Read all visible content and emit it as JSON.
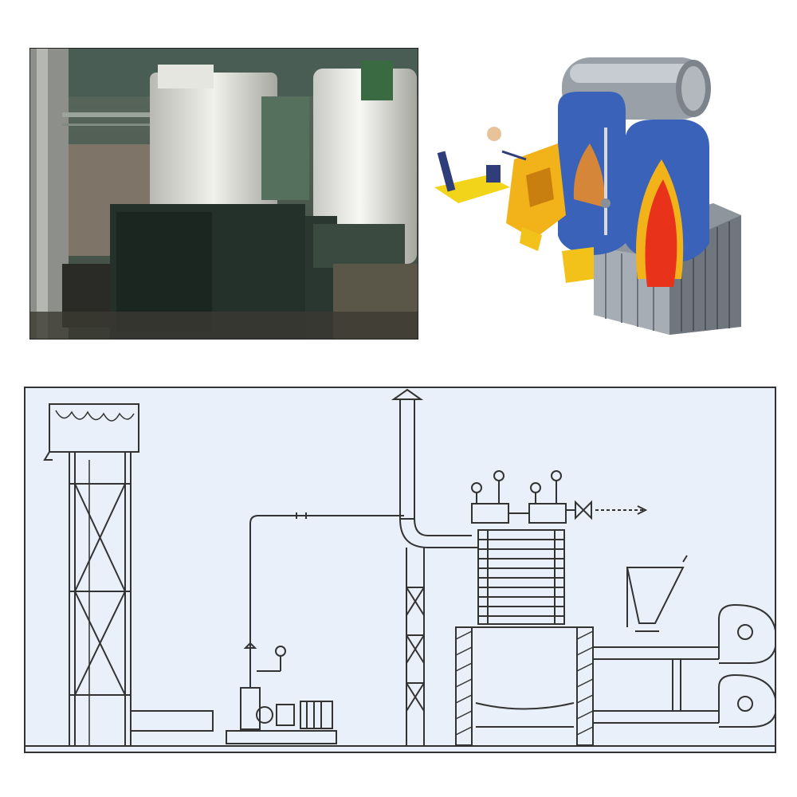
{
  "figure": {
    "photo_panel": {
      "caption": ""
    },
    "cutaway_panel": {
      "caption": ""
    },
    "schematic_panel": {
      "caption": ""
    }
  },
  "colors": {
    "boiler_blue": "#3a62b8",
    "hopper_yellow": "#f2b21a",
    "flame_red": "#e8321a",
    "drum_gray": "#9aa0a8",
    "schematic_bg": "#e9f0f9",
    "line": "#333333"
  },
  "icons": [
    "steam-drum",
    "furnace",
    "pump-motor",
    "fan",
    "hopper",
    "valve",
    "gauge",
    "chimney"
  ]
}
